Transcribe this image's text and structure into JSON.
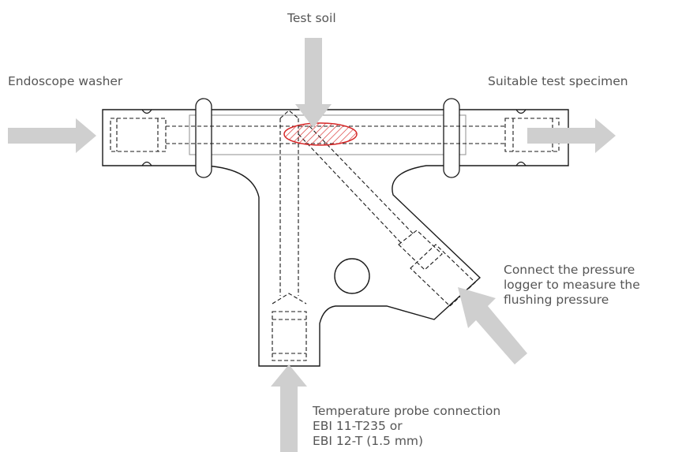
{
  "labels": {
    "test_soil": "Test soil",
    "endoscope_washer": "Endoscope washer",
    "test_specimen": "Suitable test specimen",
    "pressure": [
      "Connect the pressure",
      "logger to measure the",
      "flushing pressure"
    ],
    "temperature": [
      "Temperature probe connection",
      "EBI 11-T235 or",
      "EBI 12-T (1.5 mm)"
    ]
  },
  "colors": {
    "outline": "#1a1a1a",
    "arrow": "#cfcfcf",
    "soil": "#d62828",
    "text": "#555555",
    "tube": "#999999"
  }
}
